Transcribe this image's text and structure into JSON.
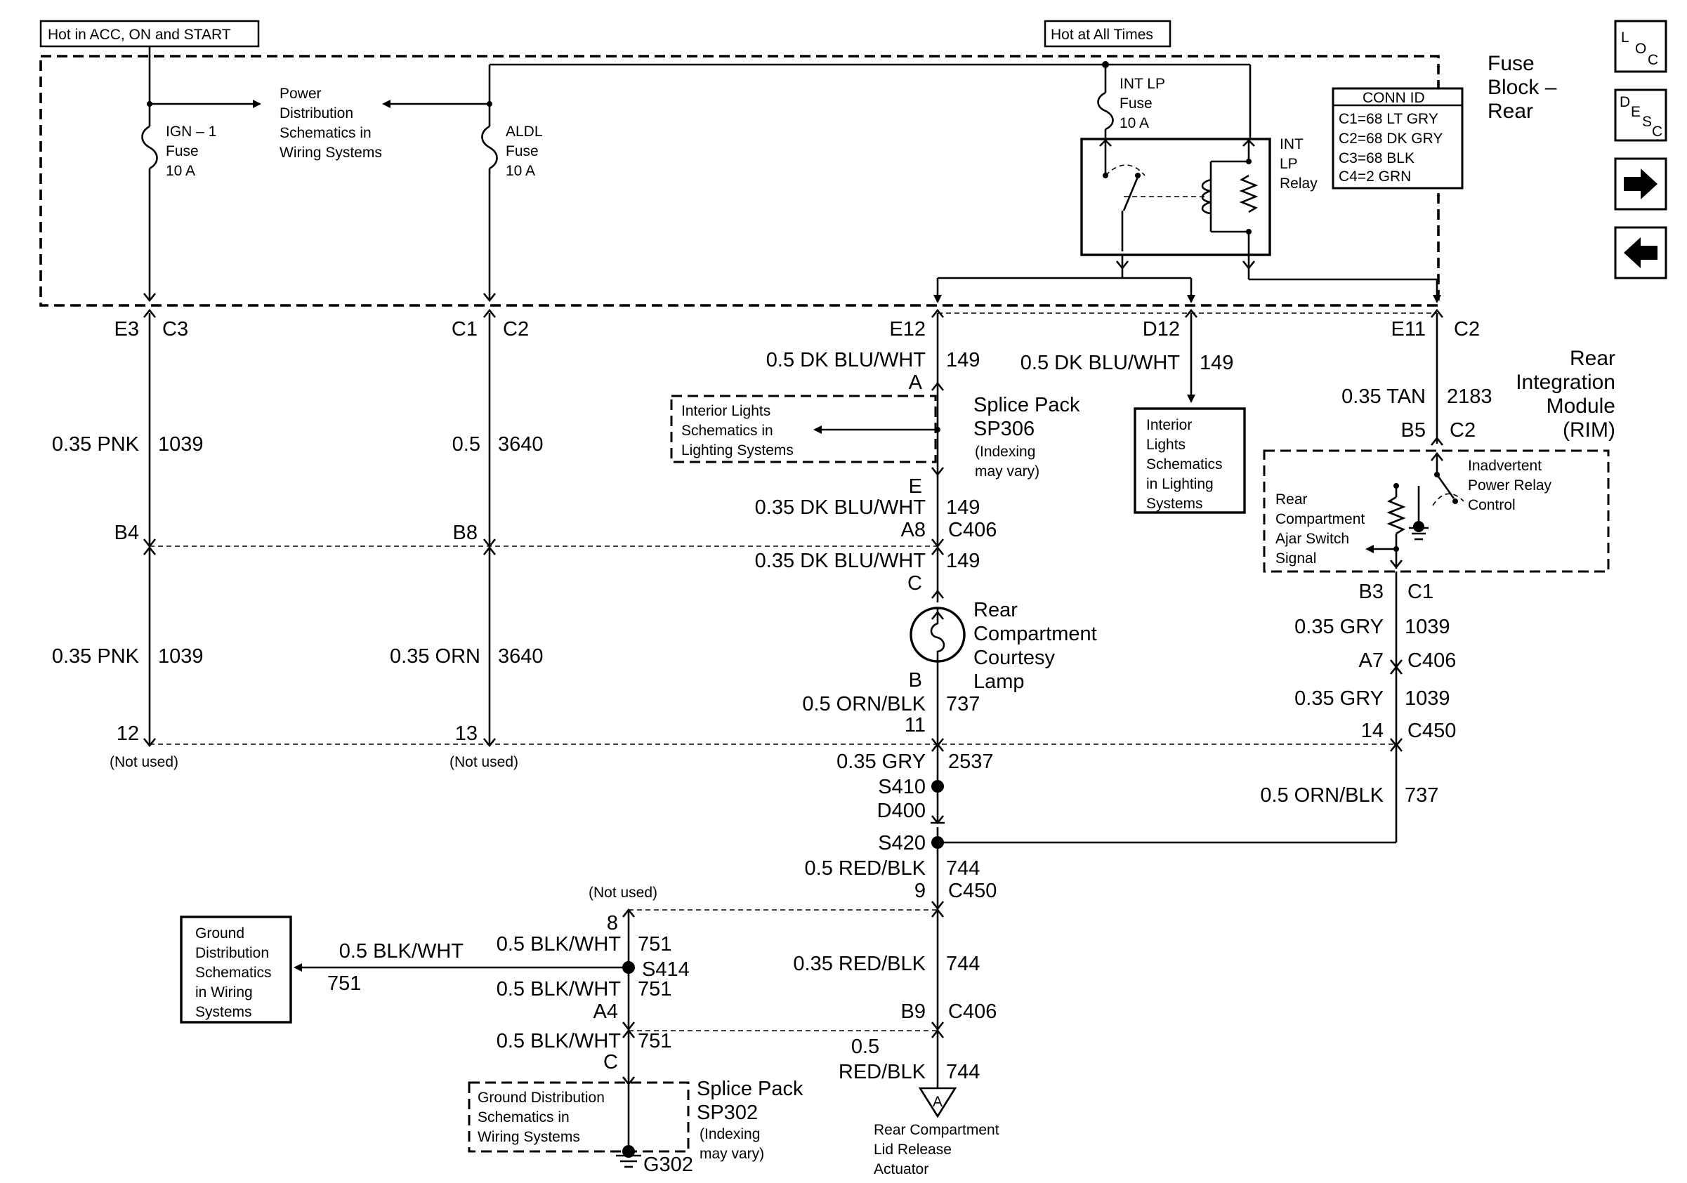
{
  "headers": {
    "acc": "Hot in ACC, ON and START",
    "always": "Hot at All Times"
  },
  "fuse_block": [
    "Fuse",
    "Block –",
    "Rear"
  ],
  "conn_id": {
    "title": "CONN ID",
    "rows": [
      "C1=68 LT GRY",
      "C2=68 DK GRY",
      "C3=68 BLK",
      "C4=2 GRN"
    ]
  },
  "fuses": {
    "ign": [
      "IGN – 1",
      "Fuse",
      "10 A"
    ],
    "aldl": [
      "ALDL",
      "Fuse",
      "10 A"
    ],
    "intlp": [
      "INT LP",
      "Fuse",
      "10 A"
    ]
  },
  "power_dist": [
    "Power",
    "Distribution",
    "Schematics in",
    "Wiring Systems"
  ],
  "relay": [
    "INT",
    "LP",
    "Relay"
  ],
  "nav": {
    "loc": [
      "L",
      "O",
      "C"
    ],
    "desc": [
      "D",
      "E",
      "S",
      "C"
    ]
  },
  "wire1": {
    "top_term": "E3",
    "top_conn": "C3",
    "gauge1": "0.35 PNK",
    "circuit1": "1039",
    "mid_term": "B4",
    "gauge2": "0.35 PNK",
    "circuit2": "1039",
    "end_term": "12",
    "note": "(Not used)"
  },
  "wire2": {
    "top_term": "C1",
    "top_conn": "C2",
    "gauge1": "0.5",
    "circuit1": "3640",
    "mid_term": "B8",
    "gauge2": "0.35 ORN",
    "circuit2": "3640",
    "end_term": "13",
    "note": "(Not used)"
  },
  "center": {
    "e12": "E12",
    "w1_gauge": "0.5 DK BLU/WHT",
    "w1_circ": "149",
    "a": "A",
    "splice": [
      "Splice Pack",
      "SP306"
    ],
    "indexing": [
      "(Indexing",
      "may vary)"
    ],
    "interior_dashed": [
      "Interior Lights",
      "Schematics in",
      "Lighting Systems"
    ],
    "e": "E",
    "w2_gauge": "0.35 DK BLU/WHT",
    "w2_circ": "149",
    "a8": "A8",
    "c406": "C406",
    "w3_gauge": "0.35 DK BLU/WHT",
    "w3_circ": "149",
    "c": "C",
    "lamp": [
      "Rear",
      "Compartment",
      "Courtesy",
      "Lamp"
    ],
    "b": "B",
    "w4_gauge": "0.5 ORN/BLK",
    "w4_circ": "737",
    "t11": "11",
    "w5_gauge": "0.35 GRY",
    "w5_circ": "2537",
    "s410": "S410",
    "d400": "D400",
    "s420": "S420",
    "w6_gauge": "0.5 RED/BLK",
    "w6_circ": "744",
    "t9": "9",
    "c450": "C450",
    "w7_gauge": "0.35 RED/BLK",
    "w7_circ": "744",
    "b9": "B9",
    "c406b": "C406",
    "w8_gauge_a": "0.5",
    "w8_gauge_b": "RED/BLK",
    "w8_circ": "744",
    "tri": "A",
    "actuator": [
      "Rear Compartment",
      "Lid Release",
      "Actuator"
    ]
  },
  "d12": {
    "term": "D12",
    "gauge": "0.5 DK BLU/WHT",
    "circ": "149",
    "box": [
      "Interior",
      "Lights",
      "Schematics",
      "in Lighting",
      "Systems"
    ]
  },
  "right": {
    "e11": "E11",
    "c2": "C2",
    "module": [
      "Rear",
      "Integration",
      "Module",
      "(RIM)"
    ],
    "w1_gauge": "0.35 TAN",
    "w1_circ": "2183",
    "b5": "B5",
    "c2b": "C2",
    "inadvertent": [
      "Inadvertent",
      "Power Relay",
      "Control"
    ],
    "ajar": [
      "Rear",
      "Compartment",
      "Ajar Switch",
      "Signal"
    ],
    "b3": "B3",
    "c1": "C1",
    "w2_gauge": "0.35 GRY",
    "w2_circ": "1039",
    "a7": "A7",
    "c406": "C406",
    "w3_gauge": "0.35 GRY",
    "w3_circ": "1039",
    "t14": "14",
    "c450": "C450",
    "w4_gauge": "0.5 ORN/BLK",
    "w4_circ": "737"
  },
  "ground": {
    "not_used": "(Not used)",
    "t8": "8",
    "w1_gauge": "0.5 BLK/WHT",
    "w1_circ": "751",
    "s414": "S414",
    "left_gauge": "0.5 BLK/WHT",
    "left_circ": "751",
    "box": [
      "Ground",
      "Distribution",
      "Schematics",
      "in Wiring",
      "Systems"
    ],
    "w2_gauge": "0.5 BLK/WHT",
    "w2_circ": "751",
    "a4": "A4",
    "w3_gauge": "0.5 BLK/WHT",
    "w3_circ": "751",
    "c": "C",
    "dashed": [
      "Ground Distribution",
      "Schematics in",
      "Wiring Systems"
    ],
    "splice": [
      "Splice Pack",
      "SP302"
    ],
    "indexing": [
      "(Indexing",
      "may vary)"
    ],
    "g302": "G302"
  }
}
